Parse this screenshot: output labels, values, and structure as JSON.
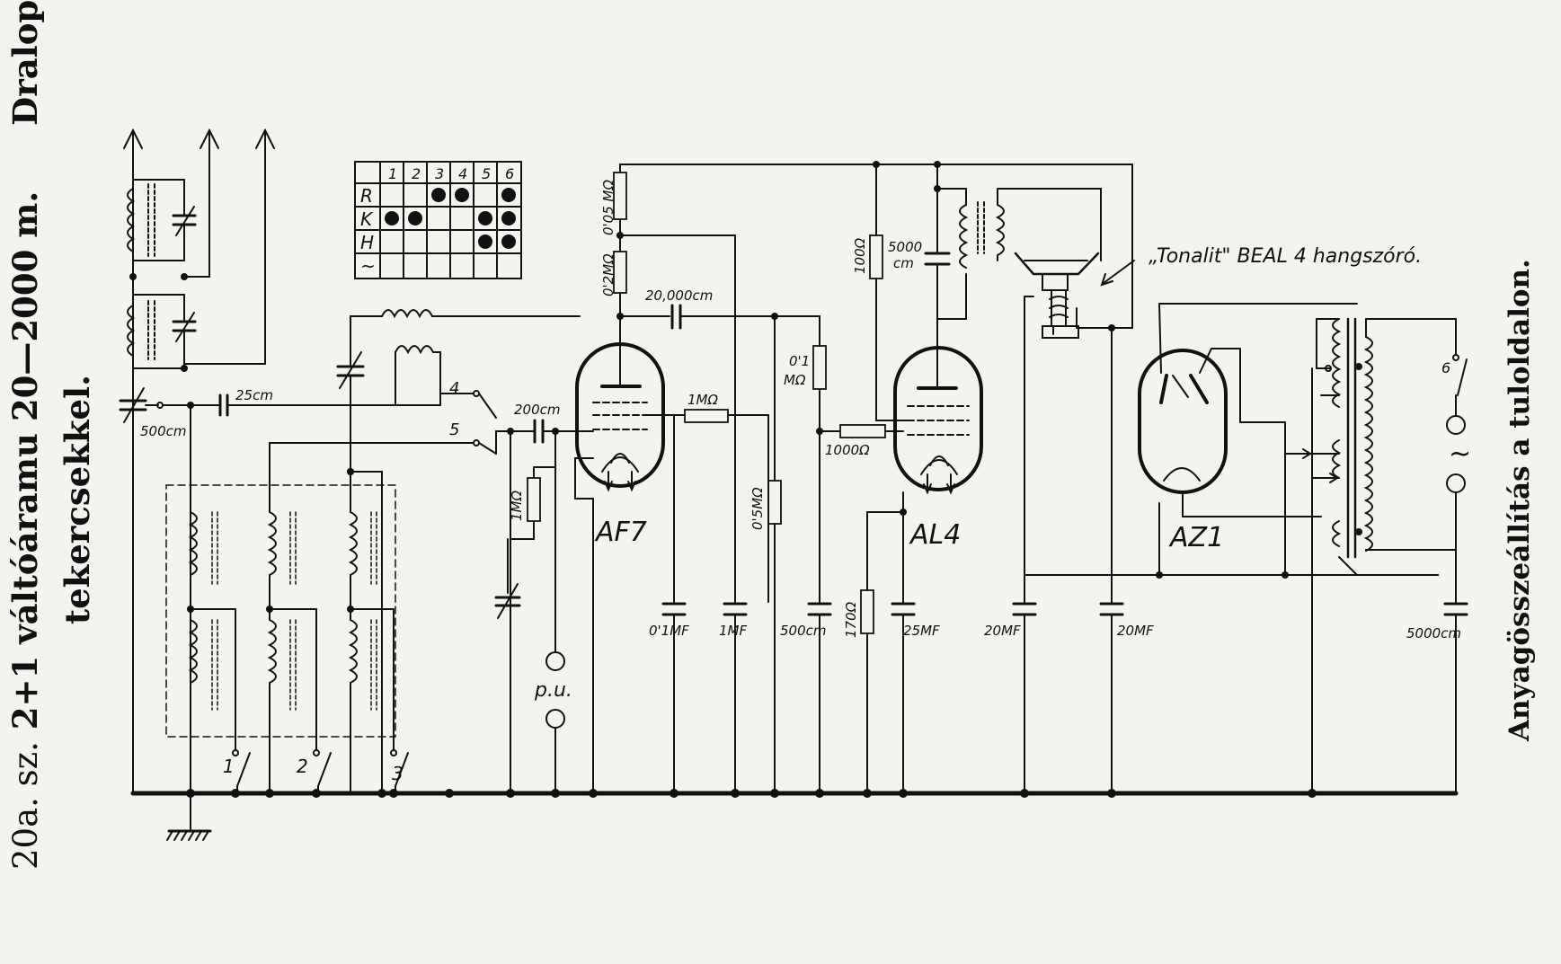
{
  "title": {
    "line1_prefix": "20a. sz.",
    "line1": "2+1 váltóáramu 20—2000 m.",
    "line1_suffix": "Draloperm",
    "line2": "tekercsekkel."
  },
  "side_note": "Anyagösszeállítás a tuloldalon.",
  "speaker_label": "„Tonalit\" BEAL 4 hangszóró.",
  "tubes": {
    "af7": "AF7",
    "al4": "AL4",
    "az1": "AZ1"
  },
  "switch_table": {
    "columns": [
      "1",
      "2",
      "3",
      "4",
      "5",
      "6"
    ],
    "rows": [
      {
        "label": "R",
        "dots": [
          false,
          false,
          true,
          true,
          false,
          true
        ]
      },
      {
        "label": "K",
        "dots": [
          true,
          true,
          false,
          false,
          true,
          true
        ]
      },
      {
        "label": "H",
        "dots": [
          false,
          false,
          false,
          false,
          true,
          true
        ]
      },
      {
        "label": "~",
        "dots": [
          false,
          false,
          false,
          false,
          false,
          false
        ]
      }
    ]
  },
  "components": {
    "c_500cm_ant": "500cm",
    "c_25cm": "25cm",
    "c_200cm": "200cm",
    "c_20000cm": "20,000cm",
    "r_005": "0'05 MΩ",
    "r_02": "0'2MΩ",
    "r_1m": "1MΩ",
    "r_1m_grid": "1MΩ",
    "r_01a": "0'1",
    "r_01b": "MΩ",
    "r_05": "0'5MΩ",
    "r_1000": "1000Ω",
    "r_100": "100Ω",
    "c_5000a": "5000",
    "c_5000b": "cm",
    "r_170": "170Ω",
    "c_01mf": "0'1MF",
    "c_1mf": "1MF",
    "c_500cm": "500cm",
    "c_25mf": "25MF",
    "c_20mf_a": "20MF",
    "c_20mf_b": "20MF",
    "c_5000cm": "5000cm",
    "pu": "p.u."
  },
  "switch_numbers": {
    "s1": "1",
    "s2": "2",
    "s3": "3",
    "s4": "4",
    "s5": "5",
    "s6": "6"
  },
  "mains_symbol": "~"
}
